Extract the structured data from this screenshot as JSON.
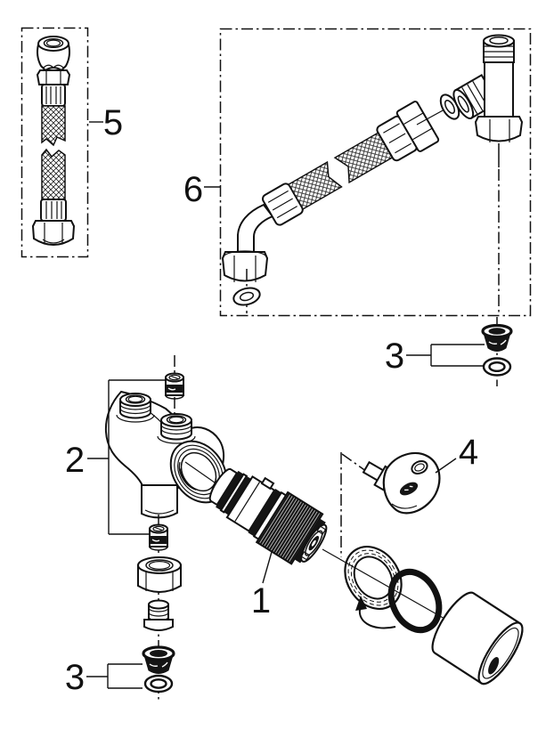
{
  "diagram": {
    "type": "exploded-parts-diagram",
    "background_color": "#ffffff",
    "line_color": "#111111",
    "callouts": {
      "part1": {
        "label": "1",
        "part": "cartridge"
      },
      "part2": {
        "label": "2",
        "part": "valve-body-with-check-valves"
      },
      "part3_right": {
        "label": "3",
        "part": "filter-with-seal"
      },
      "part3_bottom": {
        "label": "3",
        "part": "filter-with-seal"
      },
      "part4": {
        "label": "4",
        "part": "socket-key"
      },
      "part5": {
        "label": "5",
        "part": "flexible-hose"
      },
      "part6": {
        "label": "6",
        "part": "flexible-hose-with-angle-fitting"
      }
    }
  }
}
